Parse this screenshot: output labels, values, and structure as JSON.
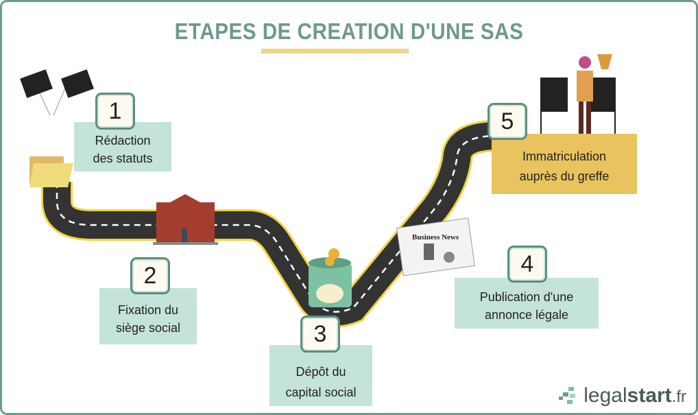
{
  "title": "ETAPES DE CREATION D'UNE SAS",
  "steps": [
    {
      "number": "1",
      "line1": "Rédaction",
      "line2": "des statuts"
    },
    {
      "number": "2",
      "line1": "Fixation du",
      "line2": "siège social"
    },
    {
      "number": "3",
      "line1": "Dépôt du",
      "line2": "capital social"
    },
    {
      "number": "4",
      "line1": "Publication d'une",
      "line2": "annonce légale"
    },
    {
      "number": "5",
      "line1": "Immatriculation",
      "line2": "auprès du greffe"
    }
  ],
  "newspaper_headline": "Business News",
  "logo": {
    "light": "legal",
    "bold": "start",
    "suffix": ".fr"
  },
  "colors": {
    "teal": "#6c9b8b",
    "box": "#c4e3da",
    "final": "#e8c35e",
    "road": "#333333",
    "road_edge": "#f2d33a"
  }
}
